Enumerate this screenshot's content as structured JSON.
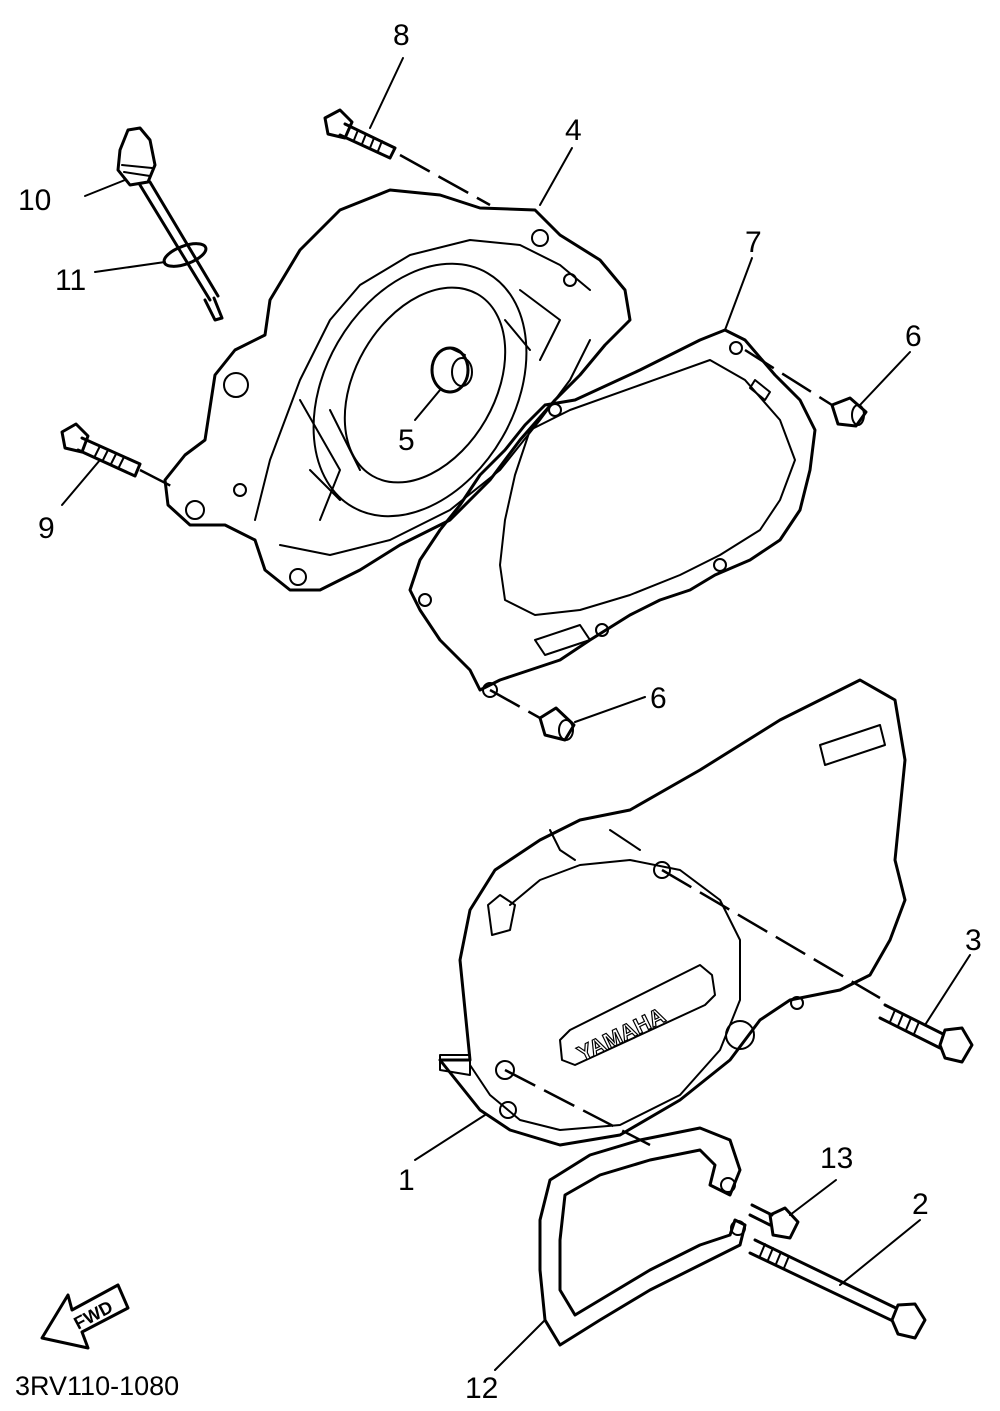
{
  "diagram_code": "3RV110-1080",
  "fwd_label": "FWD",
  "brand_label": "YAMAHA",
  "callouts": {
    "c1": "1",
    "c2": "2",
    "c3": "3",
    "c4": "4",
    "c5": "5",
    "c6a": "6",
    "c6b": "6",
    "c7": "7",
    "c8": "8",
    "c9": "9",
    "c10": "10",
    "c11": "11",
    "c12": "12",
    "c13": "13"
  }
}
